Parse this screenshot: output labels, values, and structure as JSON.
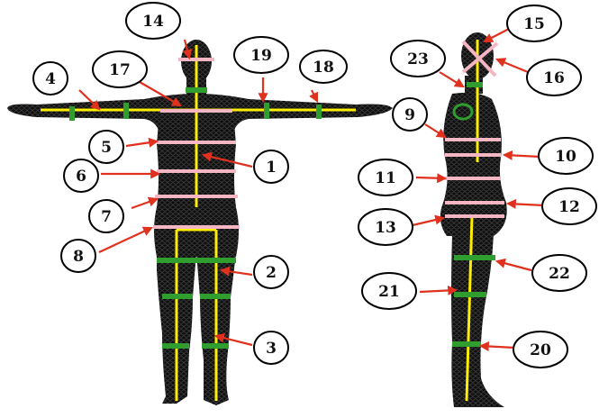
{
  "labels": {
    "l1": "1",
    "l2": "2",
    "l3": "3",
    "l4": "4",
    "l5": "5",
    "l6": "6",
    "l7": "7",
    "l8": "8",
    "l9": "9",
    "l10": "10",
    "l11": "11",
    "l12": "12",
    "l13": "13",
    "l14": "14",
    "l15": "15",
    "l16": "16",
    "l17": "17",
    "l18": "18",
    "l19": "19",
    "l20": "20",
    "l21": "21",
    "l22": "22",
    "l23": "23"
  },
  "colors": {
    "body": "#0d0d0d",
    "mesh": "#3a3a3a",
    "skeleton_line": "#ffee00",
    "circumference_pink": "#f4b6c2",
    "circumference_green": "#2f9e2f",
    "arrow": "#e0301e",
    "callout_fill": "#ffffff",
    "callout_stroke": "#000000"
  }
}
